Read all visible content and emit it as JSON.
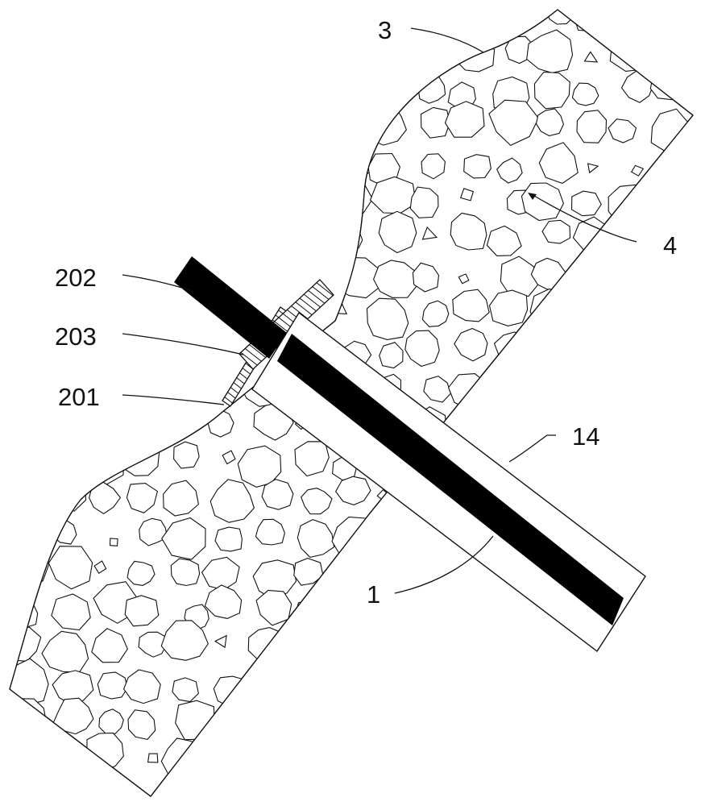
{
  "diagram": {
    "labels": {
      "slope_mass": "3",
      "aggregate_stone": "4",
      "bar": "202",
      "sleeve_outer": "203",
      "sleeve_inner": "201",
      "pipe": "14",
      "anchor_body": "1"
    },
    "colors": {
      "ink": "#111111",
      "background": "#ffffff",
      "bar_fill": "#000000"
    }
  }
}
